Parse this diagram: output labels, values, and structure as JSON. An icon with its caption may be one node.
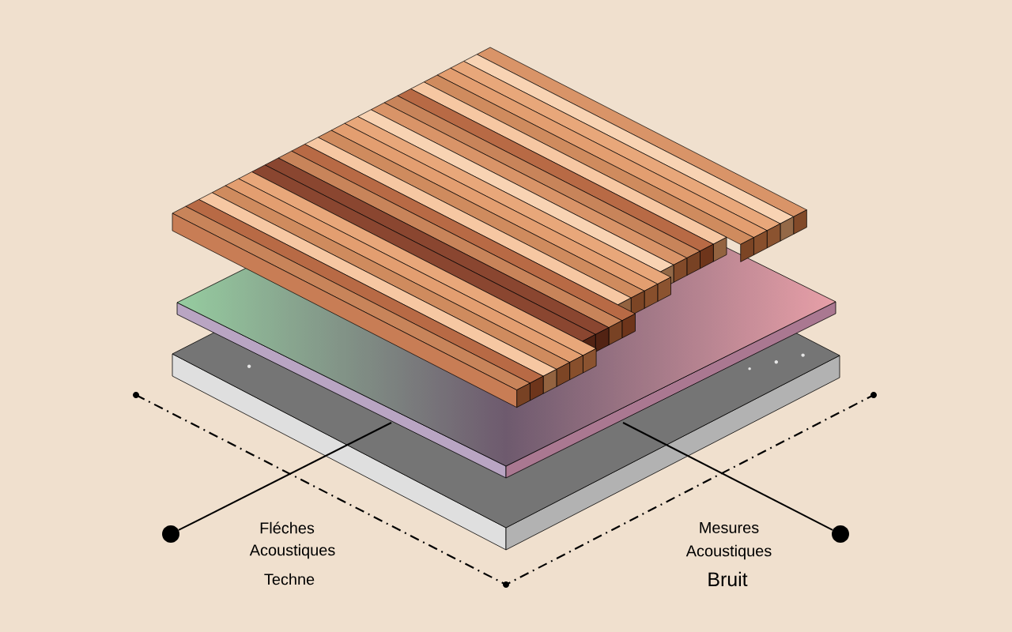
{
  "diagram": {
    "nodes": [
      {
        "text": [],
        "shape": "circle"
      },
      {
        "text": [],
        "shape": "circle"
      }
    ],
    "edges": [
      {
        "from": 0,
        "to": null,
        "arrow": "none"
      },
      {
        "from": 1,
        "to": null,
        "arrow": "none"
      }
    ],
    "labels": [
      "Fléches",
      "Acoustiques",
      "Techne",
      "Mesures",
      "Acoustiques",
      "Bruit"
    ]
  }
}
